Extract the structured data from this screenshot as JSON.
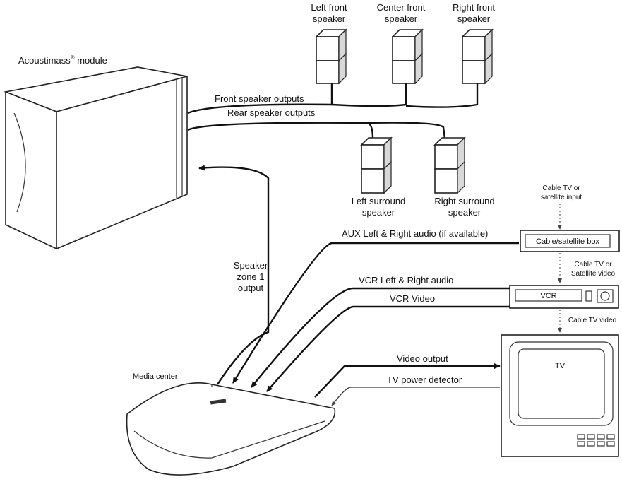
{
  "labels": {
    "acoustimass": "Acoustimass",
    "acoustimass_reg": "®",
    "acoustimass_suffix": " module",
    "left_front_1": "Left front",
    "left_front_2": "speaker",
    "center_front_1": "Center front",
    "center_front_2": "speaker",
    "right_front_1": "Right front",
    "right_front_2": "speaker",
    "front_outputs": "Front speaker outputs",
    "rear_outputs": "Rear speaker outputs",
    "left_surround_1": "Left surround",
    "left_surround_2": "speaker",
    "right_surround_1": "Right surround",
    "right_surround_2": "speaker",
    "cable_input_1": "Cable TV or",
    "cable_input_2": "satellite input",
    "cable_box": "Cable/satellite box",
    "aux_audio": "AUX Left & Right audio (if available)",
    "cable_video_1": "Cable TV or",
    "cable_video_2": "Satellite video",
    "vcr_audio": "VCR Left & Right audio",
    "vcr": "VCR",
    "vcr_video": "VCR Video",
    "cable_tv_video": "Cable TV video",
    "zone_1": "Speaker",
    "zone_2": "zone 1",
    "zone_3": "output",
    "video_output": "Video output",
    "tv_power": "TV power detector",
    "tv": "TV",
    "media_center": "Media center"
  }
}
